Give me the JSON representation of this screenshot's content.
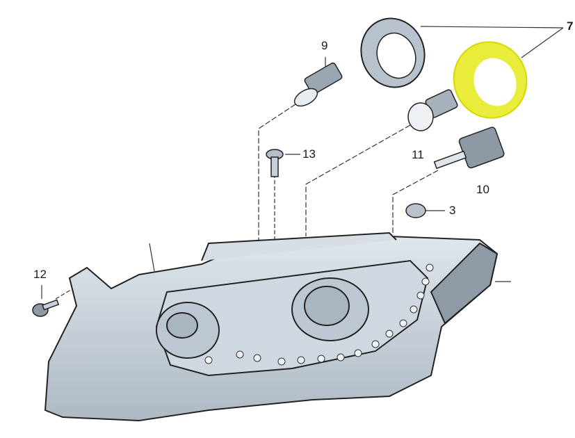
{
  "callouts": {
    "part_9": "9",
    "part_7": "7",
    "part_13": "13",
    "part_11": "11",
    "part_10": "10",
    "part_3": "3",
    "part_12": "12"
  },
  "colors": {
    "highlight": "#e8ec3a",
    "part_fill": "#c9d3dc",
    "part_dark": "#8a97a4",
    "outline": "#2a2a2a"
  }
}
